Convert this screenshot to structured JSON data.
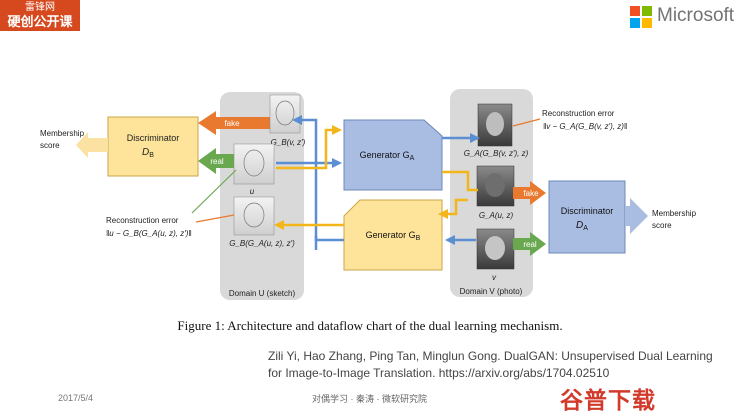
{
  "badge": {
    "line1": "雷锋网",
    "line2": "硬创公开课"
  },
  "brand": {
    "name": "Microsoft",
    "colors": [
      "#f25022",
      "#7fba00",
      "#00a4ef",
      "#ffb900"
    ]
  },
  "diagram": {
    "domain_u_label": "Domain U (sketch)",
    "domain_v_label": "Domain V (photo)",
    "discriminator_left_title": "Discriminator",
    "discriminator_left_sub": "D",
    "discriminator_left_subscript": "B",
    "discriminator_right_title": "Discriminator",
    "discriminator_right_sub": "D",
    "discriminator_right_subscript": "A",
    "generator_a_title": "Generator G",
    "generator_a_subscript": "A",
    "generator_b_title": "Generator G",
    "generator_b_subscript": "B",
    "membership_left_l1": "Membership",
    "membership_left_l2": "score",
    "membership_right_l1": "Membership",
    "membership_right_l2": "score",
    "fake_left": "fake",
    "real_left": "real",
    "fake_right": "fake",
    "real_right": "real",
    "recon_left_title": "Reconstruction error",
    "recon_left_formula": "‖u − G_B(G_A(u, z), z′)‖",
    "recon_right_title": "Reconstruction error",
    "recon_right_formula": "‖v − G_A(G_B(v, z′), z)‖",
    "face_u_top_label": "G_B(v, z′)",
    "face_u_mid_label": "u",
    "face_u_bot_label": "G_B(G_A(u, z), z′)",
    "face_v_top_label": "G_A(G_B(v, z′), z)",
    "face_v_mid_label": "G_A(u, z)",
    "face_v_bot_label": "v",
    "colors": {
      "discriminator": "#fde49a",
      "generator": "#a9bde2",
      "domain_bg": "#d9d9d9",
      "fake_arrow": "#e9792e",
      "real_arrow": "#6aa84f",
      "flow_yellow": "#f2b51a",
      "flow_blue": "#5b8fd2"
    }
  },
  "caption": "Figure 1: Architecture and dataflow chart of the dual learning mechanism.",
  "reference": {
    "line1": "Zili Yi, Hao Zhang, Ping Tan, Minglun Gong. DualGAN: Unsupervised Dual Learning",
    "line2": "for Image-to-Image Translation. https://arxiv.org/abs/1704.02510"
  },
  "date": "2017/5/4",
  "footer": "对偶学习 · 秦涛 · 微软研究院",
  "watermark": "谷普下载"
}
